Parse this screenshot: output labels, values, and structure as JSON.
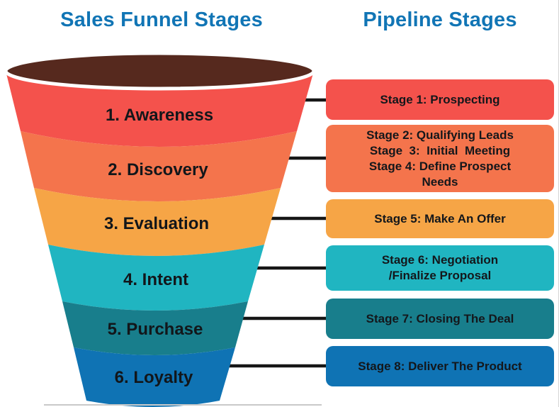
{
  "titles": {
    "left": "Sales Funnel Stages",
    "right": "Pipeline Stages",
    "color": "#1175B5"
  },
  "funnel": {
    "opening_color": "#56291E",
    "stages": [
      {
        "label": "1. Awareness",
        "color": "#F4524C"
      },
      {
        "label": "2. Discovery",
        "color": "#F4744C"
      },
      {
        "label": "3. Evaluation",
        "color": "#F6A546"
      },
      {
        "label": "4. Intent",
        "color": "#20B5C1"
      },
      {
        "label": "5. Purchase",
        "color": "#187E8C"
      },
      {
        "label": "6. Loyalty",
        "color": "#0F73B4"
      }
    ]
  },
  "pipeline": {
    "boxes": [
      {
        "color": "#F4524C",
        "lines": [
          "Stage 1: Prospecting"
        ]
      },
      {
        "color": "#F4744C",
        "lines": [
          "Stage 2: Qualifying Leads",
          "Stage  3:  Initial  Meeting",
          "Stage 4: Define Prospect",
          "Needs"
        ]
      },
      {
        "color": "#F6A546",
        "lines": [
          "Stage 5: Make An Offer"
        ]
      },
      {
        "color": "#20B5C1",
        "lines": [
          "Stage 6: Negotiation",
          "/Finalize Proposal"
        ]
      },
      {
        "color": "#187E8C",
        "lines": [
          "Stage 7: Closing The Deal"
        ]
      },
      {
        "color": "#0F73B4",
        "lines": [
          "Stage 8: Deliver The Product"
        ]
      }
    ]
  }
}
